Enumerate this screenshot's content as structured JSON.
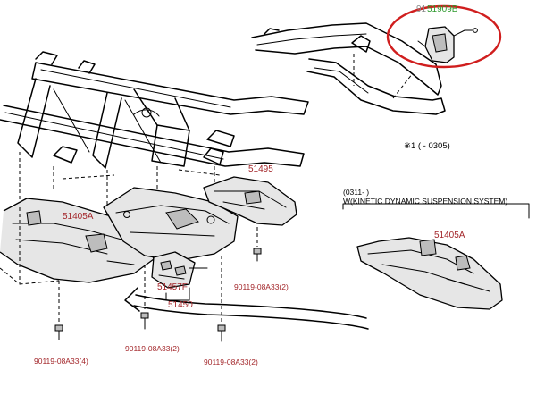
{
  "labels": {
    "top_callout_prefix": "91",
    "part_51909B": "51909B",
    "note_range": "※1 (        - 0305)",
    "kdss_range": "(0311-        )",
    "kdss_title": "W(KINETIC DYNAMIC SUSPENSION SYSTEM)",
    "part_51405A_left": "51405A",
    "part_51495": "51495",
    "part_51457F": "51457F",
    "part_51450": "51450",
    "part_51405A_right": "51405A",
    "bolt_center_post": "90119-08A33(2)",
    "bolt_bottom_left": "90119-08A33(4)",
    "bolt_bottom_center": "90119-08A33(2)",
    "bolt_bottom_right": "90119-08A33(2)"
  },
  "colors": {
    "callout_red": "#a3262a",
    "callout_green": "#2e9a2e",
    "highlight_circle": "#d01e1e",
    "muted_gray": "#888888"
  }
}
